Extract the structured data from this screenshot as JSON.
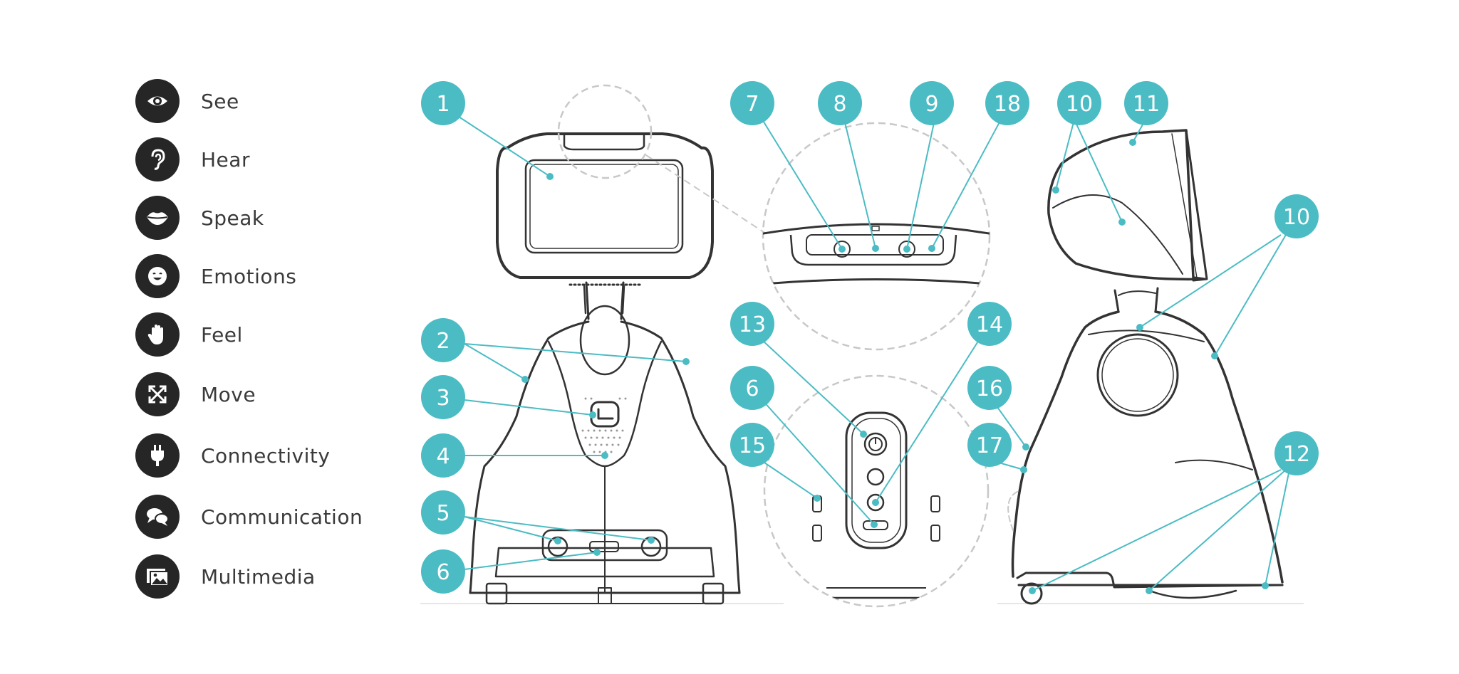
{
  "legend": {
    "items": [
      {
        "label": "See",
        "icon": "eye-icon"
      },
      {
        "label": "Hear",
        "icon": "ear-icon"
      },
      {
        "label": "Speak",
        "icon": "lips-icon"
      },
      {
        "label": "Emotions",
        "icon": "smiley-icon"
      },
      {
        "label": "Feel",
        "icon": "hand-icon"
      },
      {
        "label": "Move",
        "icon": "move-arrows-icon"
      },
      {
        "label": "Connectivity",
        "icon": "plug-icon"
      },
      {
        "label": "Communication",
        "icon": "chat-bubbles-icon"
      },
      {
        "label": "Multimedia",
        "icon": "gallery-icon"
      }
    ]
  },
  "callouts": [
    "1",
    "2",
    "3",
    "4",
    "5",
    "6",
    "7",
    "8",
    "9",
    "18",
    "13",
    "14",
    "6",
    "15",
    "16",
    "17",
    "10",
    "11",
    "10",
    "12"
  ],
  "colors": {
    "accent": "#4bbcc4",
    "icon_bg": "#262626",
    "line": "#333333",
    "dashed": "#c8c8c8"
  }
}
